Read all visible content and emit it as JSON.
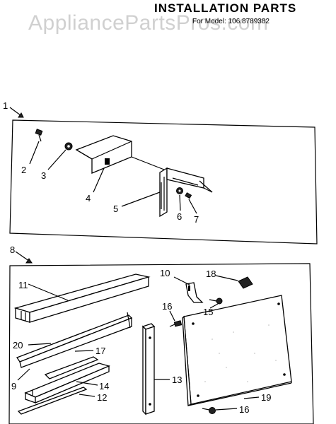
{
  "header": {
    "title": "INSTALLATION PARTS",
    "model_line": "For Model: 106.8789382",
    "watermark": "AppliancePartsPros.com"
  },
  "callouts": {
    "c1": "1",
    "c2": "2",
    "c3": "3",
    "c4": "4",
    "c5": "5",
    "c6": "6",
    "c7": "7",
    "c8": "8",
    "c9": "9",
    "c10": "10",
    "c11": "11",
    "c12": "12",
    "c13": "13",
    "c14": "14",
    "c15": "15",
    "c16a": "16",
    "c16b": "16",
    "c17": "17",
    "c18": "18",
    "c19": "19",
    "c20": "20"
  }
}
